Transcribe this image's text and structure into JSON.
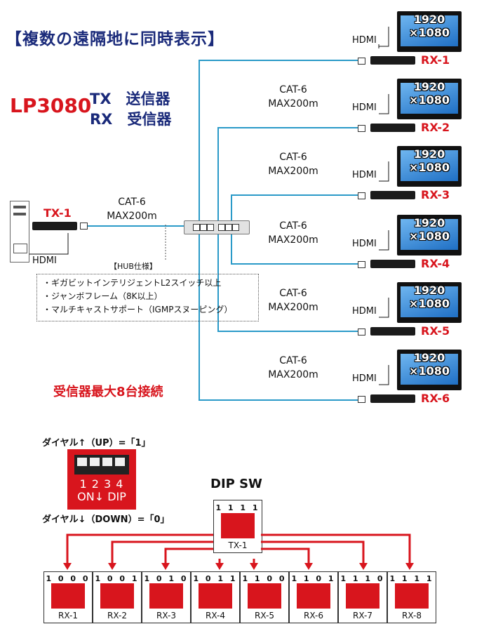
{
  "title": "【複数の遠隔地に同時表示】",
  "model": "LP3080",
  "tx_line": "TX　送信器",
  "rx_line": "RX　受信器",
  "tx_label": "TX-1",
  "hdmi": "HDMI",
  "cat_cable": "CAT-6",
  "cat_max": "MAX200m",
  "resolution_top": "1920",
  "resolution_bottom": "×1080",
  "receivers": [
    "RX-1",
    "RX-2",
    "RX-3",
    "RX-4",
    "RX-5",
    "RX-6"
  ],
  "hub_spec_title": "【HUB仕様】",
  "hub_spec": [
    "・ギガビットインテリジェントL2スイッチ以上",
    "・ジャンボフレーム（8K以上）",
    "・マルチキャストサポート（IGMPスヌーピング）"
  ],
  "max_receivers": "受信器最大8台接続",
  "dial_up": "ダイヤル↑（UP）=「1」",
  "dial_down": "ダイヤル↓（DOWN）=「0」",
  "dip_numbers": "1 2 3 4",
  "dip_on": "ON↓",
  "dip_dip": "DIP",
  "dip_sw_title": "DIP SW",
  "tx_dip": {
    "bits": "1 1 1 1",
    "label": "TX-1"
  },
  "rx_dips": [
    {
      "bits": "1 0 0 0",
      "label": "RX-1"
    },
    {
      "bits": "1 0 0 1",
      "label": "RX-2"
    },
    {
      "bits": "1 0 1 0",
      "label": "RX-3"
    },
    {
      "bits": "1 0 1 1",
      "label": "RX-4"
    },
    {
      "bits": "1 1 0 0",
      "label": "RX-5"
    },
    {
      "bits": "1 1 0 1",
      "label": "RX-6"
    },
    {
      "bits": "1 1 1 0",
      "label": "RX-7"
    },
    {
      "bits": "1 1 1 1",
      "label": "RX-8"
    }
  ],
  "colors": {
    "accent_red": "#d8151d",
    "title_blue": "#1a2a7a",
    "cable": "#2a9ac8"
  }
}
